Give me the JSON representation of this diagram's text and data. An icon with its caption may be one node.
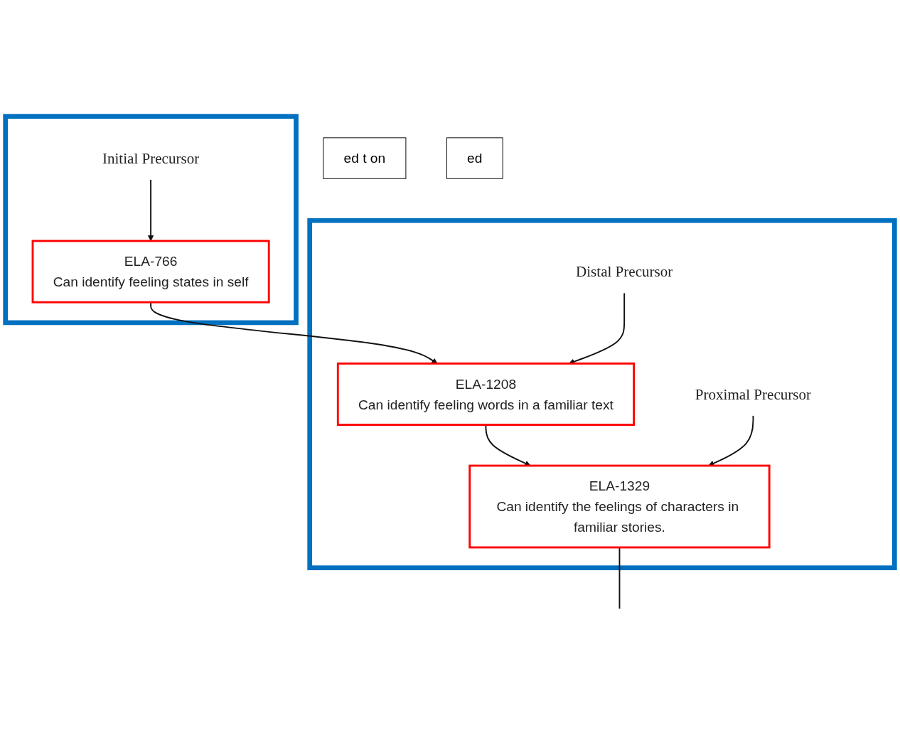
{
  "diagram": {
    "nodes": [
      {
        "text": [],
        "shape": "box"
      },
      {
        "text": [
          "ELA-766",
          "Can identify feeling states in self"
        ],
        "in": 0
      },
      {
        "text": [
          "Initial Precursor"
        ],
        "in": 0
      },
      {
        "text": [],
        "shape": "box"
      },
      {
        "text": [
          "ELA-1208",
          "Can identify feeling words in a familiar text"
        ],
        "in": 3
      },
      {
        "text": [
          "Distal Precursor"
        ],
        "in": 3
      },
      {
        "text": [
          "ELA-1329",
          "Can identify the feelings of characters in familiar stories."
        ],
        "in": 3
      },
      {
        "text": [
          "Proximal Precursor"
        ],
        "in": 3
      },
      {
        "text": [
          "ed t on"
        ]
      },
      {
        "text": [
          "ed"
        ]
      }
    ],
    "edges": [
      {
        "from": 1,
        "to": 4,
        "arrow": "to"
      },
      {
        "from": 4,
        "to": 6,
        "arrow": "to"
      },
      {
        "from": 6,
        "to": null,
        "arrow": "none"
      },
      {
        "from": 2,
        "to": 1,
        "arrow": "to"
      },
      {
        "from": 5,
        "to": 4,
        "arrow": "to"
      },
      {
        "from": 7,
        "to": 6,
        "arrow": "to"
      }
    ]
  }
}
